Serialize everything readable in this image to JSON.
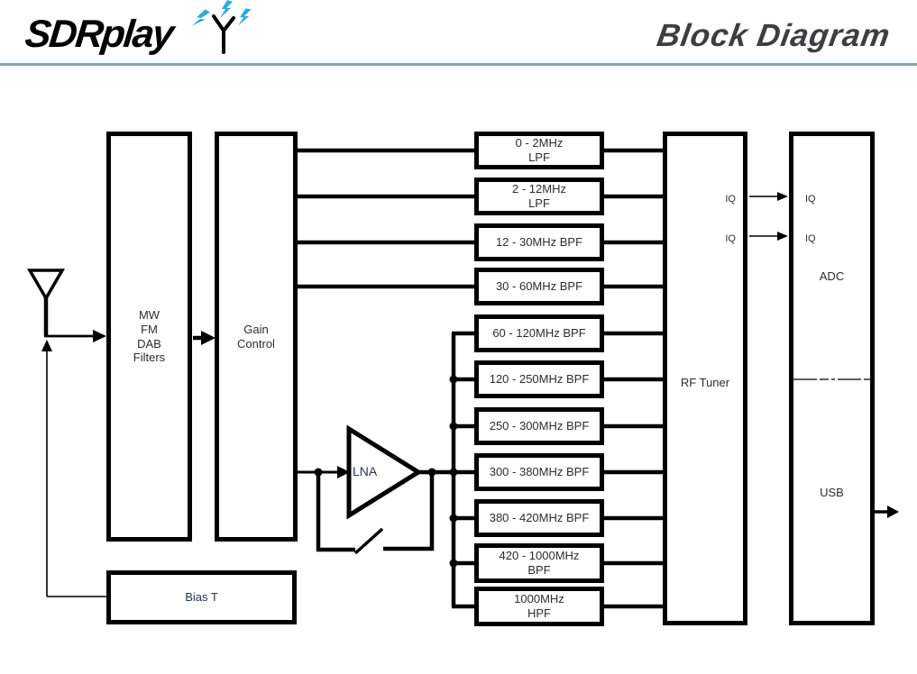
{
  "header": {
    "logo_text": "SDRplay",
    "title": "Block Diagram"
  },
  "diagram": {
    "mw_filters_label": "MW\nFM\nDAB\nFilters",
    "gain_control_label": "Gain\nControl",
    "lna_label": "LNA",
    "bias_t_label": "Bias T",
    "rf_tuner_label": "RF Tuner",
    "rf_iq_top": "IQ",
    "rf_iq_bottom": "IQ",
    "adc_iq_top": "IQ",
    "adc_iq_bottom": "IQ",
    "adc_label": "ADC",
    "usb_label": "USB",
    "filters": [
      {
        "label": "0 - 2MHz\nLPF"
      },
      {
        "label": "2 - 12MHz\nLPF"
      },
      {
        "label": "12 - 30MHz BPF"
      },
      {
        "label": "30 - 60MHz BPF"
      },
      {
        "label": "60 - 120MHz BPF"
      },
      {
        "label": "120 - 250MHz BPF"
      },
      {
        "label": "250 - 300MHz BPF"
      },
      {
        "label": "300 - 380MHz BPF"
      },
      {
        "label": "380 - 420MHz BPF"
      },
      {
        "label": "420 - 1000MHz\nBPF"
      },
      {
        "label": "1000MHz\nHPF"
      }
    ]
  },
  "colors": {
    "line": "#000000",
    "lightning_blue": "#29abe2",
    "header_rule": "#7fa7b2",
    "title_text": "#3e3e40"
  }
}
